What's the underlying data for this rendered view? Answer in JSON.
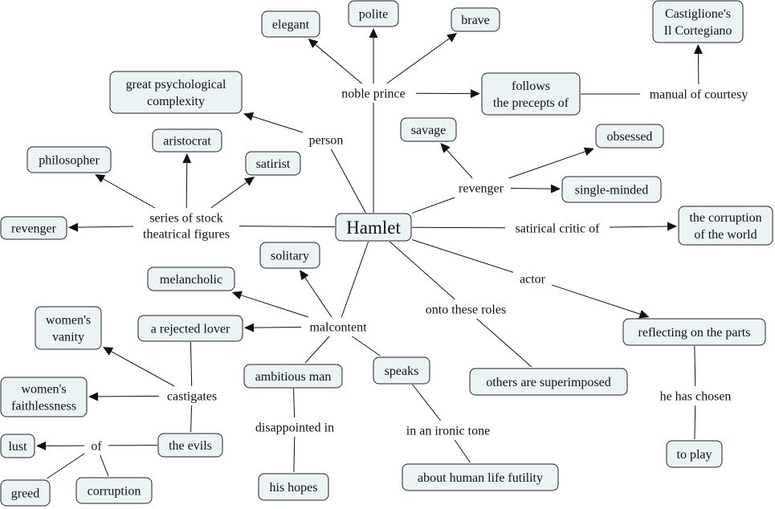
{
  "title": "Hamlet concept map",
  "colors": {
    "concept_fill": "#ebf3f5",
    "line": "#111111"
  },
  "concepts": [
    {
      "id": "hamlet",
      "lines": [
        "Hamlet"
      ],
      "main": true
    },
    {
      "id": "elegant",
      "lines": [
        "elegant"
      ]
    },
    {
      "id": "polite",
      "lines": [
        "polite"
      ]
    },
    {
      "id": "brave",
      "lines": [
        "brave"
      ]
    },
    {
      "id": "castiglione",
      "lines": [
        "Castiglione's",
        "Il Cortegiano"
      ]
    },
    {
      "id": "follows",
      "lines": [
        "follows",
        "the precepts of"
      ]
    },
    {
      "id": "psych",
      "lines": [
        "great psychological",
        "complexity"
      ]
    },
    {
      "id": "aristocrat",
      "lines": [
        "aristocrat"
      ]
    },
    {
      "id": "philosopher",
      "lines": [
        "philosopher"
      ]
    },
    {
      "id": "satirist",
      "lines": [
        "satirist"
      ]
    },
    {
      "id": "revenger_c",
      "lines": [
        "revenger"
      ]
    },
    {
      "id": "savage",
      "lines": [
        "savage"
      ]
    },
    {
      "id": "obsessed",
      "lines": [
        "obsessed"
      ]
    },
    {
      "id": "singleminded",
      "lines": [
        "single-minded"
      ]
    },
    {
      "id": "corruptionworld",
      "lines": [
        "the corruption",
        "of the world"
      ]
    },
    {
      "id": "solitary",
      "lines": [
        "solitary"
      ]
    },
    {
      "id": "melancholic",
      "lines": [
        "melancholic"
      ]
    },
    {
      "id": "rejectedlover",
      "lines": [
        "a rejected lover"
      ]
    },
    {
      "id": "womensvanity",
      "lines": [
        "women's",
        "vanity"
      ]
    },
    {
      "id": "womensfaith",
      "lines": [
        "women's",
        "faithlessness"
      ]
    },
    {
      "id": "theevils",
      "lines": [
        "the evils"
      ]
    },
    {
      "id": "lust",
      "lines": [
        "lust"
      ]
    },
    {
      "id": "greed",
      "lines": [
        "greed"
      ]
    },
    {
      "id": "corruption",
      "lines": [
        "corruption"
      ]
    },
    {
      "id": "ambitious",
      "lines": [
        "ambitious man"
      ]
    },
    {
      "id": "hishopes",
      "lines": [
        "his hopes"
      ]
    },
    {
      "id": "speaks",
      "lines": [
        "speaks"
      ]
    },
    {
      "id": "futility",
      "lines": [
        "about human life futility"
      ]
    },
    {
      "id": "superimposed",
      "lines": [
        "others are superimposed"
      ]
    },
    {
      "id": "reflecting",
      "lines": [
        "reflecting on the parts"
      ]
    },
    {
      "id": "toplay",
      "lines": [
        "to play"
      ]
    }
  ],
  "phrases": [
    {
      "id": "nobleprince",
      "lines": [
        "noble prince"
      ]
    },
    {
      "id": "manual",
      "lines": [
        "manual of courtesy"
      ]
    },
    {
      "id": "person",
      "lines": [
        "person"
      ]
    },
    {
      "id": "series",
      "lines": [
        "series of stock",
        "theatrical figures"
      ]
    },
    {
      "id": "revenger_p",
      "lines": [
        "revenger"
      ]
    },
    {
      "id": "satirical",
      "lines": [
        "satirical critic of"
      ]
    },
    {
      "id": "actor",
      "lines": [
        "actor"
      ]
    },
    {
      "id": "ontoroles",
      "lines": [
        "onto these roles"
      ]
    },
    {
      "id": "malcontent",
      "lines": [
        "malcontent"
      ]
    },
    {
      "id": "castigates",
      "lines": [
        "castigates"
      ]
    },
    {
      "id": "of",
      "lines": [
        "of"
      ]
    },
    {
      "id": "disappointed",
      "lines": [
        "disappointed in"
      ]
    },
    {
      "id": "ironic",
      "lines": [
        "in an ironic tone"
      ]
    },
    {
      "id": "haschosen",
      "lines": [
        "he has chosen"
      ]
    }
  ],
  "edges": [
    {
      "from": "hamlet",
      "to": "nobleprince",
      "arrow": false
    },
    {
      "from": "nobleprince",
      "to": "elegant",
      "arrow": true
    },
    {
      "from": "nobleprince",
      "to": "polite",
      "arrow": true
    },
    {
      "from": "nobleprince",
      "to": "brave",
      "arrow": true
    },
    {
      "from": "nobleprince",
      "to": "follows",
      "arrow": true
    },
    {
      "from": "follows",
      "to": "manual",
      "arrow": false
    },
    {
      "from": "manual",
      "to": "castiglione",
      "arrow": true
    },
    {
      "from": "hamlet",
      "to": "person",
      "arrow": false
    },
    {
      "from": "person",
      "to": "psych",
      "arrow": true
    },
    {
      "from": "hamlet",
      "to": "series",
      "arrow": false
    },
    {
      "from": "series",
      "to": "philosopher",
      "arrow": true
    },
    {
      "from": "series",
      "to": "aristocrat",
      "arrow": true
    },
    {
      "from": "series",
      "to": "satirist",
      "arrow": true
    },
    {
      "from": "series",
      "to": "revenger_c",
      "arrow": true
    },
    {
      "from": "hamlet",
      "to": "revenger_p",
      "arrow": false
    },
    {
      "from": "revenger_p",
      "to": "savage",
      "arrow": true
    },
    {
      "from": "revenger_p",
      "to": "obsessed",
      "arrow": true
    },
    {
      "from": "revenger_p",
      "to": "singleminded",
      "arrow": true
    },
    {
      "from": "hamlet",
      "to": "satirical",
      "arrow": false
    },
    {
      "from": "satirical",
      "to": "corruptionworld",
      "arrow": true
    },
    {
      "from": "hamlet",
      "to": "actor",
      "arrow": false
    },
    {
      "from": "actor",
      "to": "reflecting",
      "arrow": true
    },
    {
      "from": "reflecting",
      "to": "haschosen",
      "arrow": false
    },
    {
      "from": "haschosen",
      "to": "toplay",
      "arrow": false
    },
    {
      "from": "hamlet",
      "to": "ontoroles",
      "arrow": false
    },
    {
      "from": "ontoroles",
      "to": "superimposed",
      "arrow": false
    },
    {
      "from": "hamlet",
      "to": "malcontent",
      "arrow": false
    },
    {
      "from": "malcontent",
      "to": "solitary",
      "arrow": true
    },
    {
      "from": "malcontent",
      "to": "melancholic",
      "arrow": true
    },
    {
      "from": "malcontent",
      "to": "rejectedlover",
      "arrow": true
    },
    {
      "from": "malcontent",
      "to": "ambitious",
      "arrow": false
    },
    {
      "from": "malcontent",
      "to": "speaks",
      "arrow": false
    },
    {
      "from": "ambitious",
      "to": "disappointed",
      "arrow": false
    },
    {
      "from": "disappointed",
      "to": "hishopes",
      "arrow": false
    },
    {
      "from": "speaks",
      "to": "ironic",
      "arrow": false
    },
    {
      "from": "ironic",
      "to": "futility",
      "arrow": false
    },
    {
      "from": "rejectedlover",
      "to": "castigates",
      "arrow": false
    },
    {
      "from": "castigates",
      "to": "womensvanity",
      "arrow": true
    },
    {
      "from": "castigates",
      "to": "womensfaith",
      "arrow": true
    },
    {
      "from": "castigates",
      "to": "theevils",
      "arrow": false
    },
    {
      "from": "theevils",
      "to": "of",
      "arrow": false
    },
    {
      "from": "of",
      "to": "lust",
      "arrow": true
    },
    {
      "from": "of",
      "to": "greed",
      "arrow": false
    },
    {
      "from": "of",
      "to": "corruption",
      "arrow": false
    }
  ]
}
